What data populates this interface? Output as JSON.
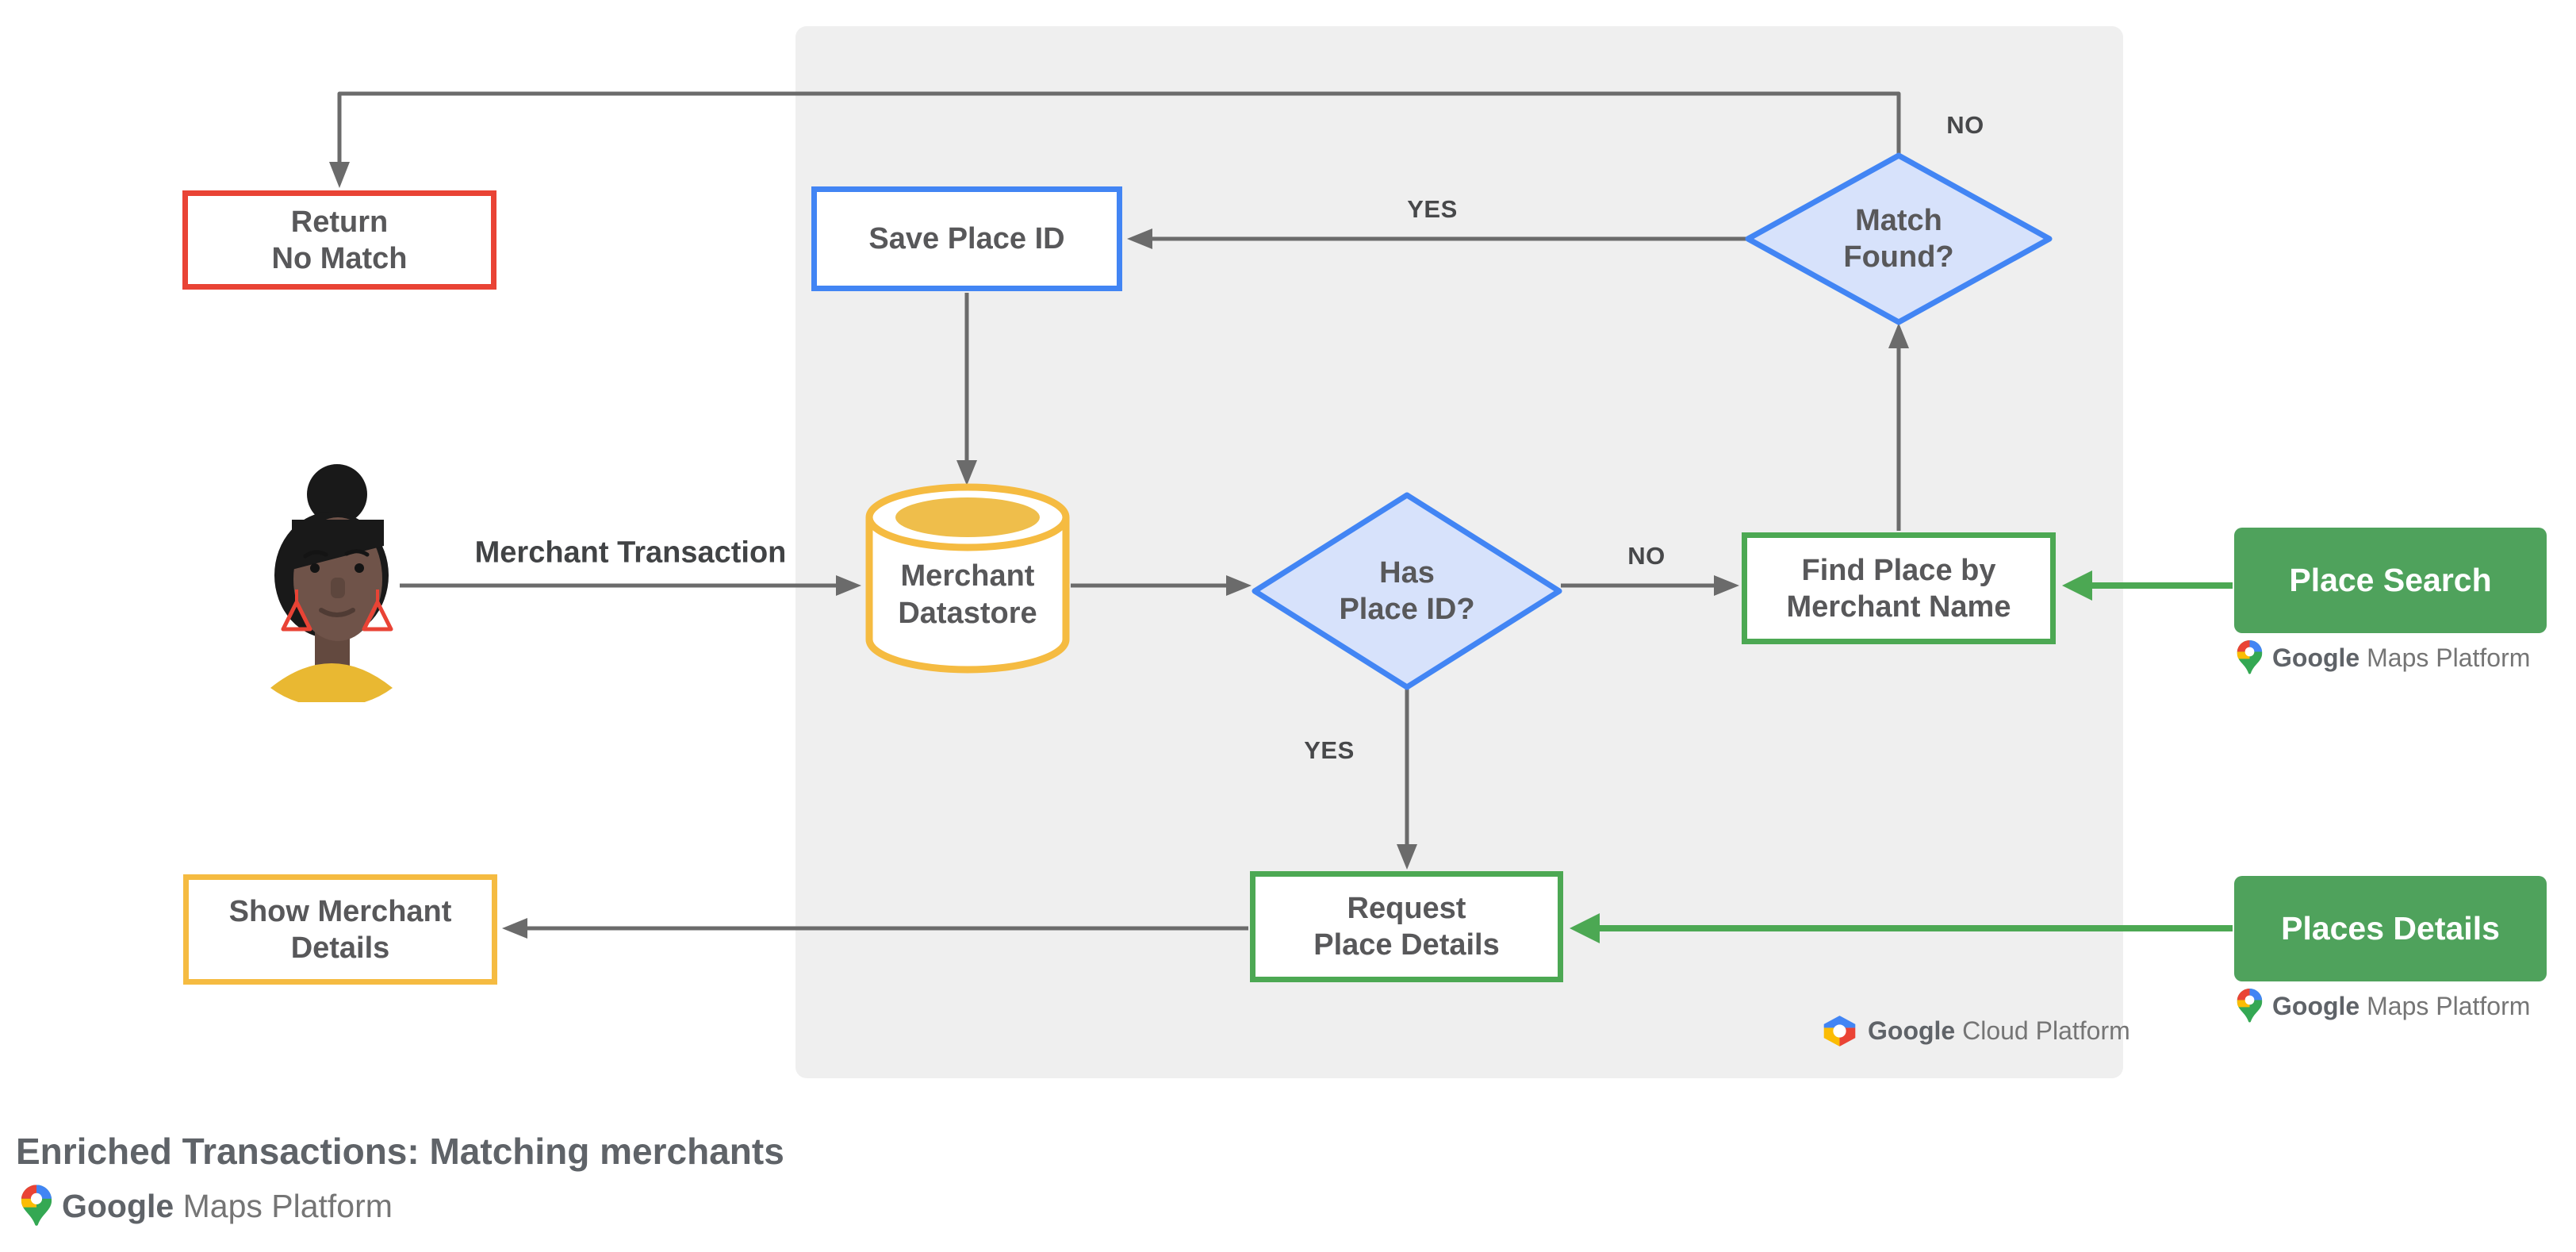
{
  "diagram_title": "Enriched Transactions: Matching merchants",
  "nodes": {
    "return_no_match": {
      "line1": "Return",
      "line2": "No Match"
    },
    "save_place_id": {
      "line1": "Save Place ID"
    },
    "match_found": {
      "line1": "Match",
      "line2": "Found?"
    },
    "merchant_datastore": {
      "line1": "Merchant",
      "line2": "Datastore"
    },
    "has_place_id": {
      "line1": "Has",
      "line2": "Place ID?"
    },
    "find_place": {
      "line1": "Find Place by",
      "line2": "Merchant Name"
    },
    "request_place_details": {
      "line1": "Request",
      "line2": "Place Details"
    },
    "show_merchant_details": {
      "line1": "Show Merchant",
      "line2": "Details"
    },
    "place_search": {
      "label": "Place Search"
    },
    "places_details": {
      "label": "Places Details"
    }
  },
  "edge_labels": {
    "merchant_transaction": "Merchant Transaction",
    "match_found_no": "NO",
    "match_found_yes": "YES",
    "has_place_id_no": "NO",
    "has_place_id_yes": "YES"
  },
  "branding": {
    "maps_platform_google": "Google",
    "maps_platform_rest": " Maps Platform",
    "cloud_platform_google": "Google",
    "cloud_platform_rest": " Cloud Platform"
  },
  "colors": {
    "red": "#E94335",
    "blue": "#4285F4",
    "diamond_fill": "#D7E2FB",
    "yellow": "#F5BB41",
    "datastore_gold": "#EFBE4B",
    "green": "#4CA853",
    "green_fill": "#4FA25C",
    "line_gray": "#6B6B6B",
    "panel_gray": "#EFEFEF",
    "text_node": "#58585A",
    "text_title": "#5F6368",
    "text_brand": "#5F6368",
    "text_brand_light": "#757575",
    "label_gray": "#47484A",
    "brand_blue": "#4285F4",
    "brand_red": "#EA4335",
    "brand_yellow": "#FBBC04",
    "brand_green": "#34A853",
    "avatar_skin": "#6F5349",
    "avatar_hair": "#191919",
    "avatar_shirt": "#E9B832"
  }
}
